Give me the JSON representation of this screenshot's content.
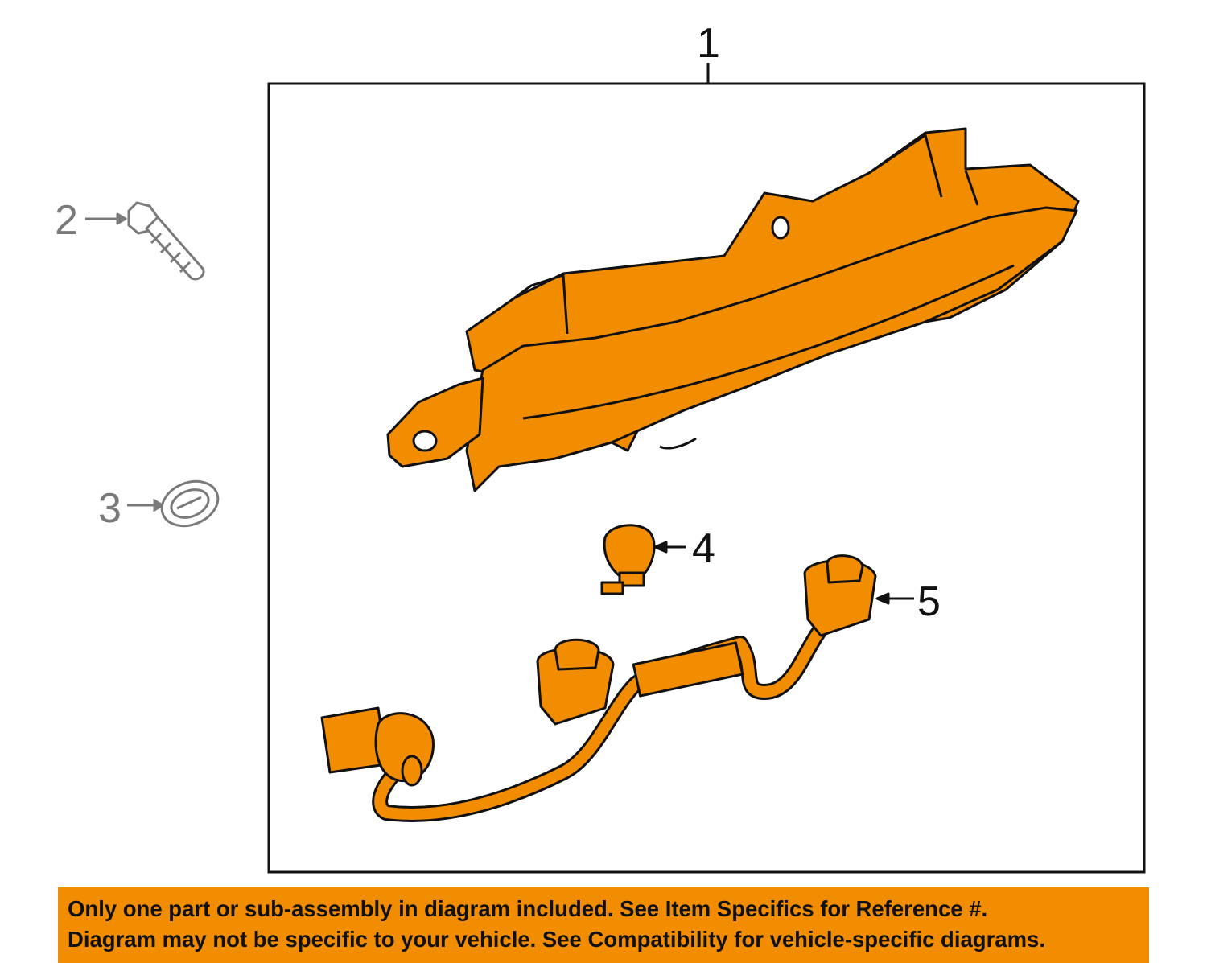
{
  "colors": {
    "part_fill": "#f28c00",
    "outline": "#111111",
    "hardware_outline": "#7a7a7a",
    "banner": "#f28c00"
  },
  "callouts": {
    "assembly": "1",
    "bolt": "2",
    "clip": "3",
    "bulb": "4",
    "harness": "5"
  },
  "disclaimer": {
    "line1": "Only one part or sub-assembly in diagram included. See Item Specifics for Reference #.",
    "line2": "Diagram may not be specific to your vehicle. See Compatibility for vehicle-specific diagrams."
  }
}
